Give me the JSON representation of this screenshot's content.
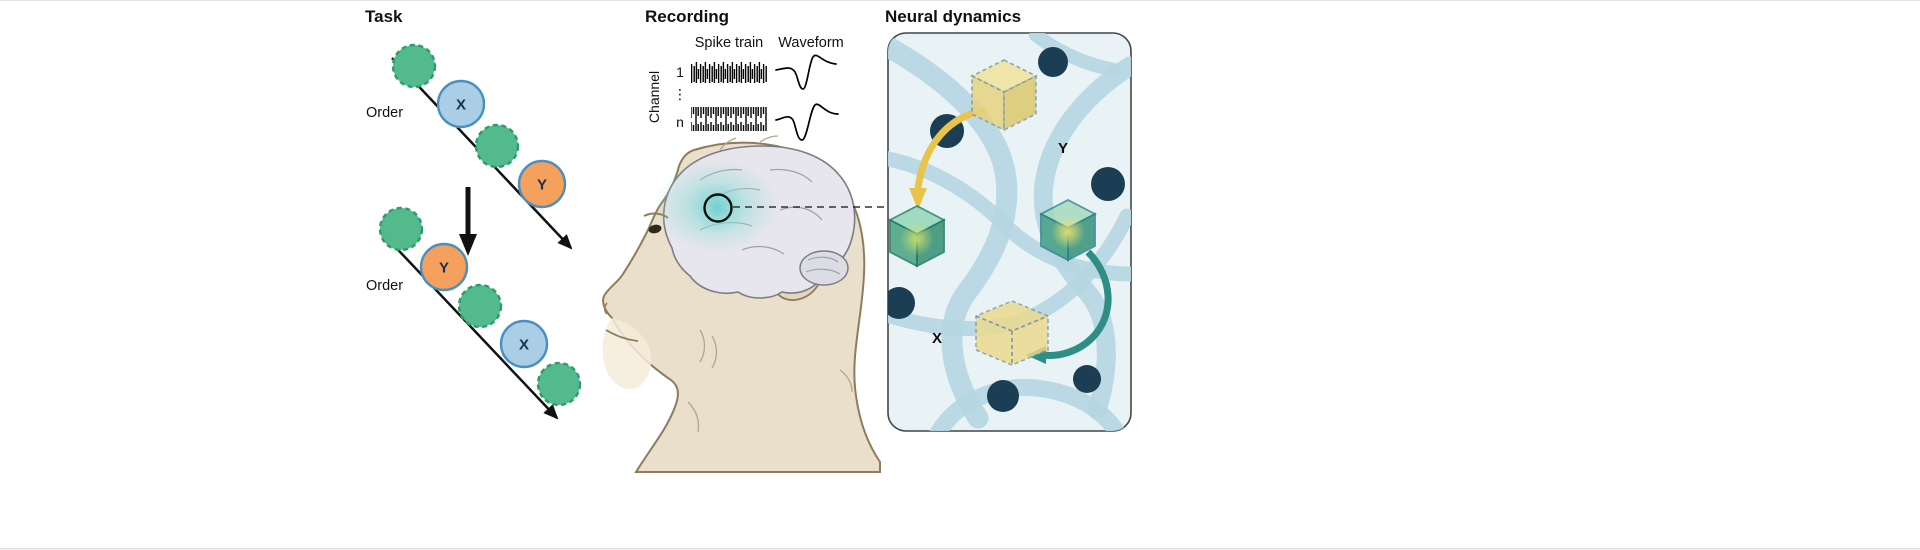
{
  "task": {
    "title": "Task",
    "order_label_top": "Order",
    "order_label_bottom": "Order",
    "stimulus_x": "X",
    "stimulus_y": "Y"
  },
  "recording": {
    "title": "Recording",
    "spike_train_label": "Spike train",
    "waveform_label": "Waveform",
    "channel_label": "Channel",
    "channel_first": "1",
    "channel_dots": "⋮",
    "channel_last": "n"
  },
  "neural": {
    "title": "Neural dynamics",
    "state_label_y": "Y",
    "state_label_x": "X"
  },
  "colors": {
    "stimulus_green": "#53ba8c",
    "stimulus_blue": "#a9cee6",
    "stimulus_orange": "#f5a05c",
    "node_navy": "#1c3e54",
    "band_blue": "#b5d7e2",
    "panel_bg": "#e9f3f6",
    "cube_yellow": "#ecd98a",
    "cube_green": "#3f9e7f",
    "glow_teal": "#6fd1ce",
    "arrow_yellow": "#e9c44d",
    "arrow_teal": "#2e8d85"
  }
}
